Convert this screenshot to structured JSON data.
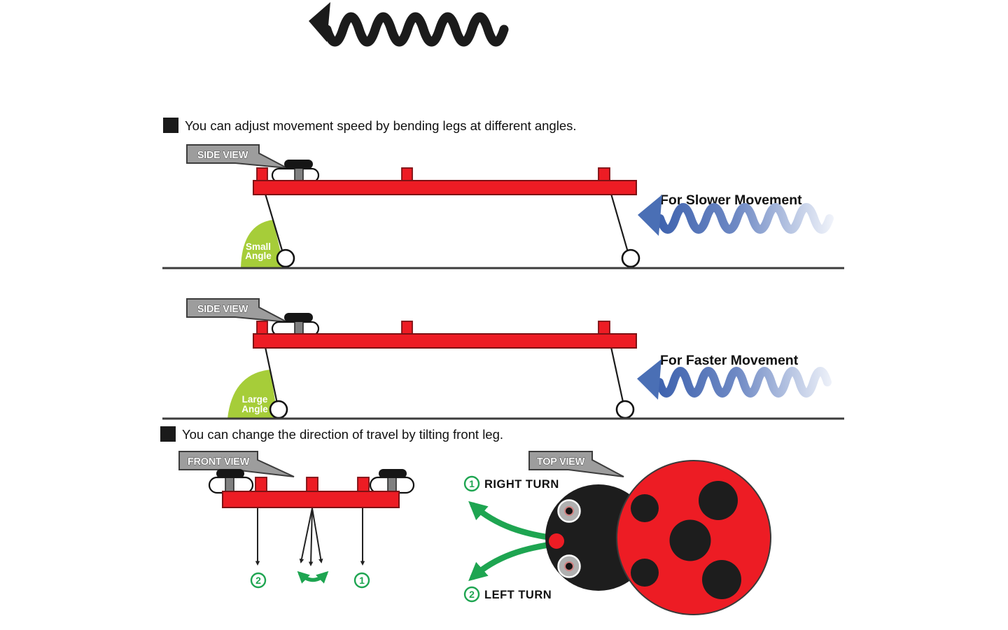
{
  "colors": {
    "body_red": "#ed1c24",
    "red_outline": "#7d1114",
    "angle_green": "#a6cd39",
    "arrow_green": "#1ea551",
    "arrow_blue_dark": "#3e62ae",
    "arrow_blue_light": "#f0f3fa",
    "tag_gray": "#9d9d9d",
    "ink": "#1b1b1b"
  },
  "sections": {
    "speed": {
      "heading": "You can adjust movement speed by bending legs at different angles.",
      "slow": {
        "view_label": "SIDE VIEW",
        "angle_word1": "Small",
        "angle_word2": "Angle",
        "movement_label": "For Slower Movement"
      },
      "fast": {
        "view_label": "SIDE VIEW",
        "angle_word1": "Large",
        "angle_word2": "Angle",
        "movement_label": "For Faster Movement"
      }
    },
    "direction": {
      "heading": "You can change the direction of travel by tilting front leg.",
      "front_view_label": "FRONT VIEW",
      "top_view_label": "TOP VIEW",
      "front": {
        "left_leg_marker": "2",
        "right_leg_marker": "1"
      },
      "right_turn": {
        "number": "1",
        "label": "RIGHT TURN"
      },
      "left_turn": {
        "number": "2",
        "label": "LEFT TURN"
      }
    }
  }
}
